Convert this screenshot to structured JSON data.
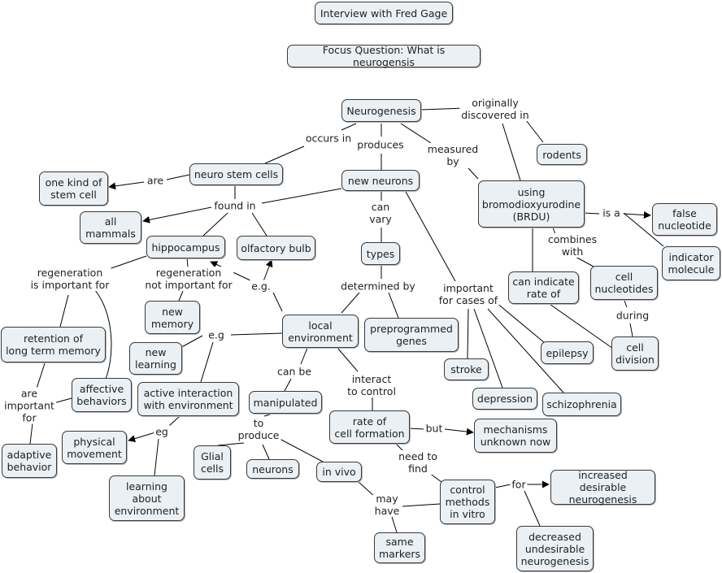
{
  "nodes": {
    "title": "Interview with  Fred Gage",
    "focus": "Focus Question: What is neurogensis",
    "neurogenesis": "Neurogenesis",
    "rodents": "rodents",
    "neuro_stem_cells": "neuro stem cells",
    "new_neurons": "new neurons",
    "brdu": "using\nbromodioxyurodine\n(BRDU)",
    "one_kind": "one kind of\nstem cell",
    "false_nucleotide": "false\nnucleotide",
    "all_mammals": "all\nmammals",
    "hippocampus": "hippocampus",
    "olfactory_bulb": "olfactory bulb",
    "types": "types",
    "indicator_molecule": "indicator\nmolecule",
    "can_indicate": "can indicate\nrate of",
    "cell_nucleotides": "cell\nnucleotides",
    "new_memory": "new\nmemory",
    "local_env": "local\nenvironment",
    "preprogrammed": "preprogrammed\ngenes",
    "retention": "retention of\nlong term memory",
    "new_learning": "new\nlearning",
    "epilepsy": "epilepsy",
    "cell_division": "cell\ndivision",
    "stroke": "stroke",
    "affective": "affective\nbehaviors",
    "active_interaction": "active interaction\nwith environment",
    "depression": "depression",
    "schizophrenia": "schizophrenia",
    "manipulated": "manipulated",
    "rate_formation": "rate of\ncell formation",
    "mechanisms": "mechanisms\nunknown now",
    "physical": "physical\nmovement",
    "adaptive": "adaptive\nbehavior",
    "glial": "Glial\ncells",
    "neurons": "neurons",
    "in_vivo": "in vivo",
    "control_methods": "control\nmethods\nin vitro",
    "increased": "increased desirable\nneurogenesis",
    "learning_env": "learning\nabout\nenvironment",
    "same_markers": "same\nmarkers",
    "decreased": "decreased\nundesirable\nneurogenesis"
  },
  "links": {
    "originally": "originally\ndiscovered in",
    "occurs_in": "occurs in",
    "produces": "produces",
    "measured_by": "measured\nby",
    "are": "are",
    "found_in": "found in",
    "can_vary": "can\nvary",
    "is_a": "is a",
    "combines_with": "combines\nwith",
    "regen_important": "regeneration\nis important for",
    "regen_not": "regeneration\nnot important for",
    "eg1": "e.g.",
    "determined_by": "determined by",
    "important_cases": "important\nfor cases of",
    "during": "during",
    "eg2": "e.g",
    "can_be": "can be",
    "interact": "interact\nto control",
    "are_important": "are\nimportant\nfor",
    "eg3": "eg",
    "but": "but",
    "to_produce": "to\nproduce",
    "need_to_find": "need to\nfind",
    "for": "for",
    "may_have": "may\nhave"
  }
}
